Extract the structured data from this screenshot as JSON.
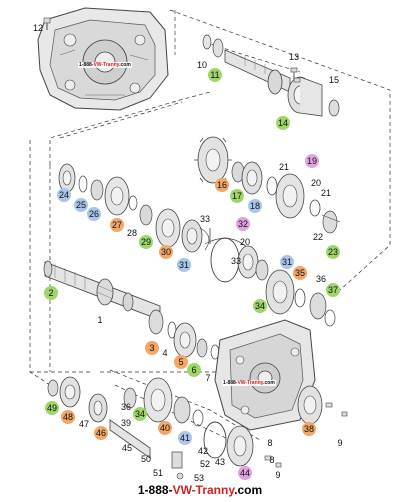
{
  "footer": {
    "prefix": "1-888-",
    "brand": "VW-Tranny",
    "suffix": ".com"
  },
  "watermark": {
    "prefix": "1-888-",
    "brand": "VW-Tranny",
    "suffix": ".com"
  },
  "colors": {
    "green": "#9fd66a",
    "blue": "#a9c6ea",
    "orange": "#f3a666",
    "magenta": "#e0a3e0",
    "line": "#333333",
    "part_fill": "#e9e9e9",
    "part_stroke": "#444444",
    "footer_accent": "#d21f1f"
  },
  "callouts": [
    {
      "id": "12",
      "label": "12",
      "color": null
    },
    {
      "id": "10",
      "label": "10",
      "color": null
    },
    {
      "id": "11",
      "label": "11",
      "color": "green"
    },
    {
      "id": "13",
      "label": "13",
      "color": null
    },
    {
      "id": "15",
      "label": "15",
      "color": null
    },
    {
      "id": "14",
      "label": "14",
      "color": "green"
    },
    {
      "id": "19",
      "label": "19",
      "color": "magenta"
    },
    {
      "id": "21a",
      "label": "21",
      "color": null
    },
    {
      "id": "20a",
      "label": "20",
      "color": null
    },
    {
      "id": "21b",
      "label": "21",
      "color": null
    },
    {
      "id": "16",
      "label": "16",
      "color": "orange"
    },
    {
      "id": "17",
      "label": "17",
      "color": "green"
    },
    {
      "id": "18",
      "label": "18",
      "color": "blue"
    },
    {
      "id": "22",
      "label": "22",
      "color": null
    },
    {
      "id": "23",
      "label": "23",
      "color": "green"
    },
    {
      "id": "24",
      "label": "24",
      "color": "blue"
    },
    {
      "id": "25",
      "label": "25",
      "color": "blue"
    },
    {
      "id": "26",
      "label": "26",
      "color": "blue"
    },
    {
      "id": "27",
      "label": "27",
      "color": "orange"
    },
    {
      "id": "28",
      "label": "28",
      "color": null
    },
    {
      "id": "29",
      "label": "29",
      "color": "green"
    },
    {
      "id": "30",
      "label": "30",
      "color": "orange"
    },
    {
      "id": "31a",
      "label": "31",
      "color": "blue"
    },
    {
      "id": "32",
      "label": "32",
      "color": "magenta"
    },
    {
      "id": "33a",
      "label": "33",
      "color": null
    },
    {
      "id": "33b",
      "label": "33",
      "color": null
    },
    {
      "id": "20b",
      "label": "20",
      "color": null
    },
    {
      "id": "2",
      "label": "2",
      "color": "green"
    },
    {
      "id": "31b",
      "label": "31",
      "color": "blue"
    },
    {
      "id": "35",
      "label": "35",
      "color": "orange"
    },
    {
      "id": "36a",
      "label": "36",
      "color": null
    },
    {
      "id": "37",
      "label": "37",
      "color": "green"
    },
    {
      "id": "34a",
      "label": "34",
      "color": "green"
    },
    {
      "id": "1",
      "label": "1",
      "color": null
    },
    {
      "id": "3",
      "label": "3",
      "color": "orange"
    },
    {
      "id": "4",
      "label": "4",
      "color": null
    },
    {
      "id": "5",
      "label": "5",
      "color": "orange"
    },
    {
      "id": "6",
      "label": "6",
      "color": "green"
    },
    {
      "id": "7",
      "label": "7",
      "color": null
    },
    {
      "id": "49",
      "label": "49",
      "color": "green"
    },
    {
      "id": "48",
      "label": "48",
      "color": "orange"
    },
    {
      "id": "47",
      "label": "47",
      "color": null
    },
    {
      "id": "46",
      "label": "46",
      "color": "orange"
    },
    {
      "id": "36b",
      "label": "36",
      "color": null
    },
    {
      "id": "34b",
      "label": "34",
      "color": "green"
    },
    {
      "id": "39",
      "label": "39",
      "color": null
    },
    {
      "id": "45",
      "label": "45",
      "color": null
    },
    {
      "id": "40",
      "label": "40",
      "color": "orange"
    },
    {
      "id": "41",
      "label": "41",
      "color": "blue"
    },
    {
      "id": "42",
      "label": "42",
      "color": null
    },
    {
      "id": "50",
      "label": "50",
      "color": null
    },
    {
      "id": "52",
      "label": "52",
      "color": null
    },
    {
      "id": "51",
      "label": "51",
      "color": null
    },
    {
      "id": "53",
      "label": "53",
      "color": null
    },
    {
      "id": "43",
      "label": "43",
      "color": null
    },
    {
      "id": "44",
      "label": "44",
      "color": "magenta"
    },
    {
      "id": "38",
      "label": "38",
      "color": "orange"
    },
    {
      "id": "8a",
      "label": "8",
      "color": null
    },
    {
      "id": "8b",
      "label": "8",
      "color": null
    },
    {
      "id": "9a",
      "label": "9",
      "color": null
    },
    {
      "id": "9b",
      "label": "9",
      "color": null
    }
  ]
}
